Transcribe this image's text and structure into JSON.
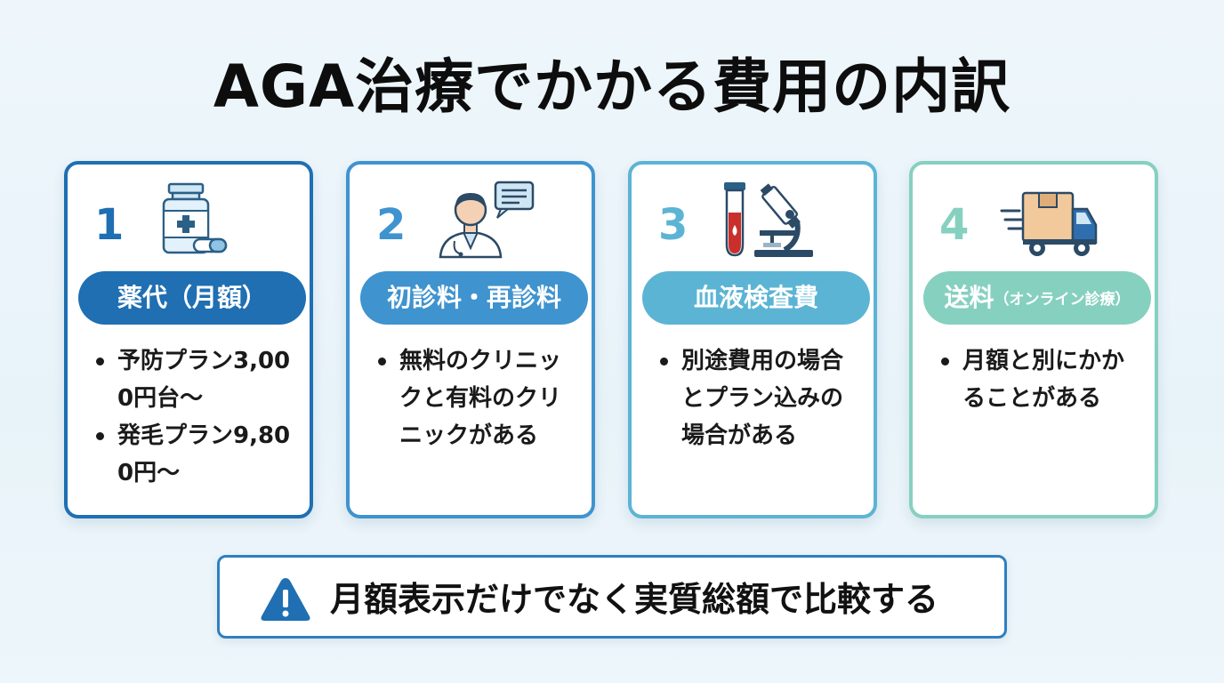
{
  "title": "AGA治療でかかる費用の内訳",
  "colors": {
    "card1": "#1f6fb2",
    "card2": "#3f93cf",
    "card3": "#5cb4d4",
    "card4": "#86d0c0",
    "warning": "#1f6fb2"
  },
  "cards": [
    {
      "number": "1",
      "icon": "medicine-bottle-icon",
      "label": "薬代（月額）",
      "label_sub": "",
      "bullets": [
        "予防プラン3,000円台〜",
        "発毛プラン9,800円〜"
      ]
    },
    {
      "number": "2",
      "icon": "doctor-consultation-icon",
      "label": "初診料・再診料",
      "label_sub": "",
      "bullets": [
        "無料のクリニックと有料のクリニックがある"
      ]
    },
    {
      "number": "3",
      "icon": "blood-test-microscope-icon",
      "label": "血液検査費",
      "label_sub": "",
      "bullets": [
        "別途費用の場合とプラン込みの場合がある"
      ]
    },
    {
      "number": "4",
      "icon": "delivery-truck-icon",
      "label": "送料",
      "label_sub": "（オンライン診療）",
      "bullets": [
        "月額と別にかかることがある"
      ]
    }
  ],
  "note": {
    "icon": "warning-icon",
    "text": "月額表示だけでなく実質総額で比較する"
  }
}
